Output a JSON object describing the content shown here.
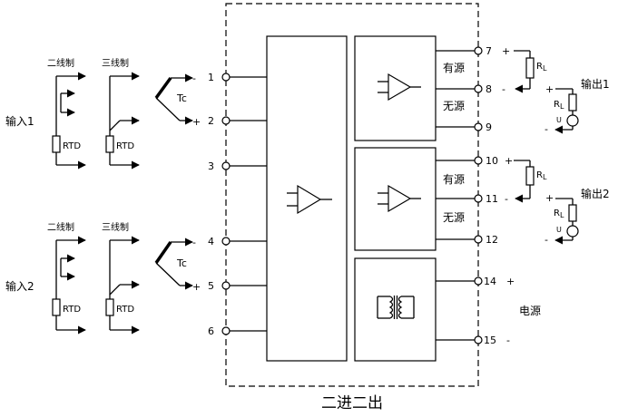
{
  "title": "二进二出",
  "input1": {
    "label": "输入1",
    "two_wire": "二线制",
    "three_wire": "三线制",
    "rtd": "RTD",
    "tc": "Tc",
    "minus": "-",
    "plus": "+"
  },
  "input2": {
    "label": "输入2",
    "two_wire": "二线制",
    "three_wire": "三线制",
    "rtd": "RTD",
    "tc": "Tc",
    "minus": "-",
    "plus": "+"
  },
  "terminals_left": [
    "1",
    "2",
    "3",
    "4",
    "5",
    "6"
  ],
  "terminals_right": [
    "7",
    "8",
    "9",
    "10",
    "11",
    "12",
    "14",
    "15"
  ],
  "signs_right": {
    "t7": "+",
    "t8": "-",
    "t10": "+",
    "t11": "-",
    "t14": "+",
    "t15": "-"
  },
  "active": "有源",
  "passive": "无源",
  "output1": {
    "label": "输出1",
    "rl": "R",
    "rl_sub": "L",
    "rl2": "R",
    "rl2_sub": "L",
    "u": "U",
    "plus": "+",
    "minus": "-"
  },
  "output2": {
    "label": "输出2",
    "rl": "R",
    "rl_sub": "L",
    "rl2": "R",
    "rl2_sub": "L",
    "u": "U",
    "plus": "+",
    "minus": "-"
  },
  "power": "电源"
}
